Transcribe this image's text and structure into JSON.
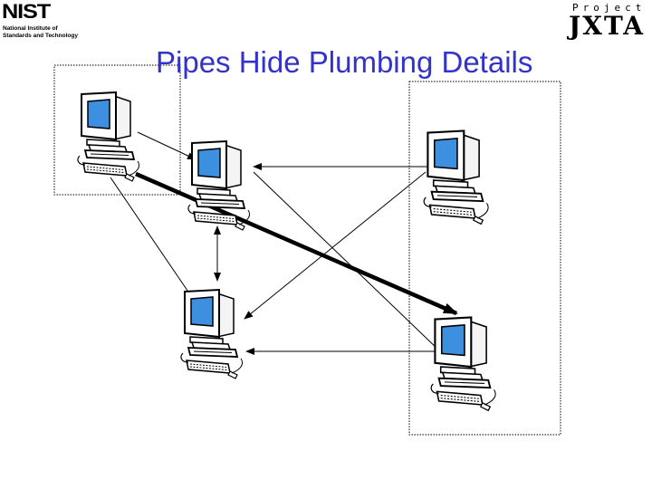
{
  "header": {
    "nist_mark": "NIST",
    "nist_line1": "National Institute of",
    "nist_line2": "Standards and Technology",
    "jxta_top": "Project",
    "jxta_word": "JXTA"
  },
  "title": "Pipes Hide Plumbing Details",
  "colors": {
    "title": "#3333cc",
    "screen": "#3d8fe0",
    "outline": "#000000"
  },
  "diagram": {
    "groups": [
      "group-left",
      "group-right"
    ],
    "computers": [
      "peer-top-left",
      "peer-mid-left",
      "peer-bottom-left",
      "peer-top-right",
      "peer-bottom-right"
    ],
    "pipe": {
      "from": "peer-top-left",
      "to": "peer-bottom-right"
    }
  }
}
